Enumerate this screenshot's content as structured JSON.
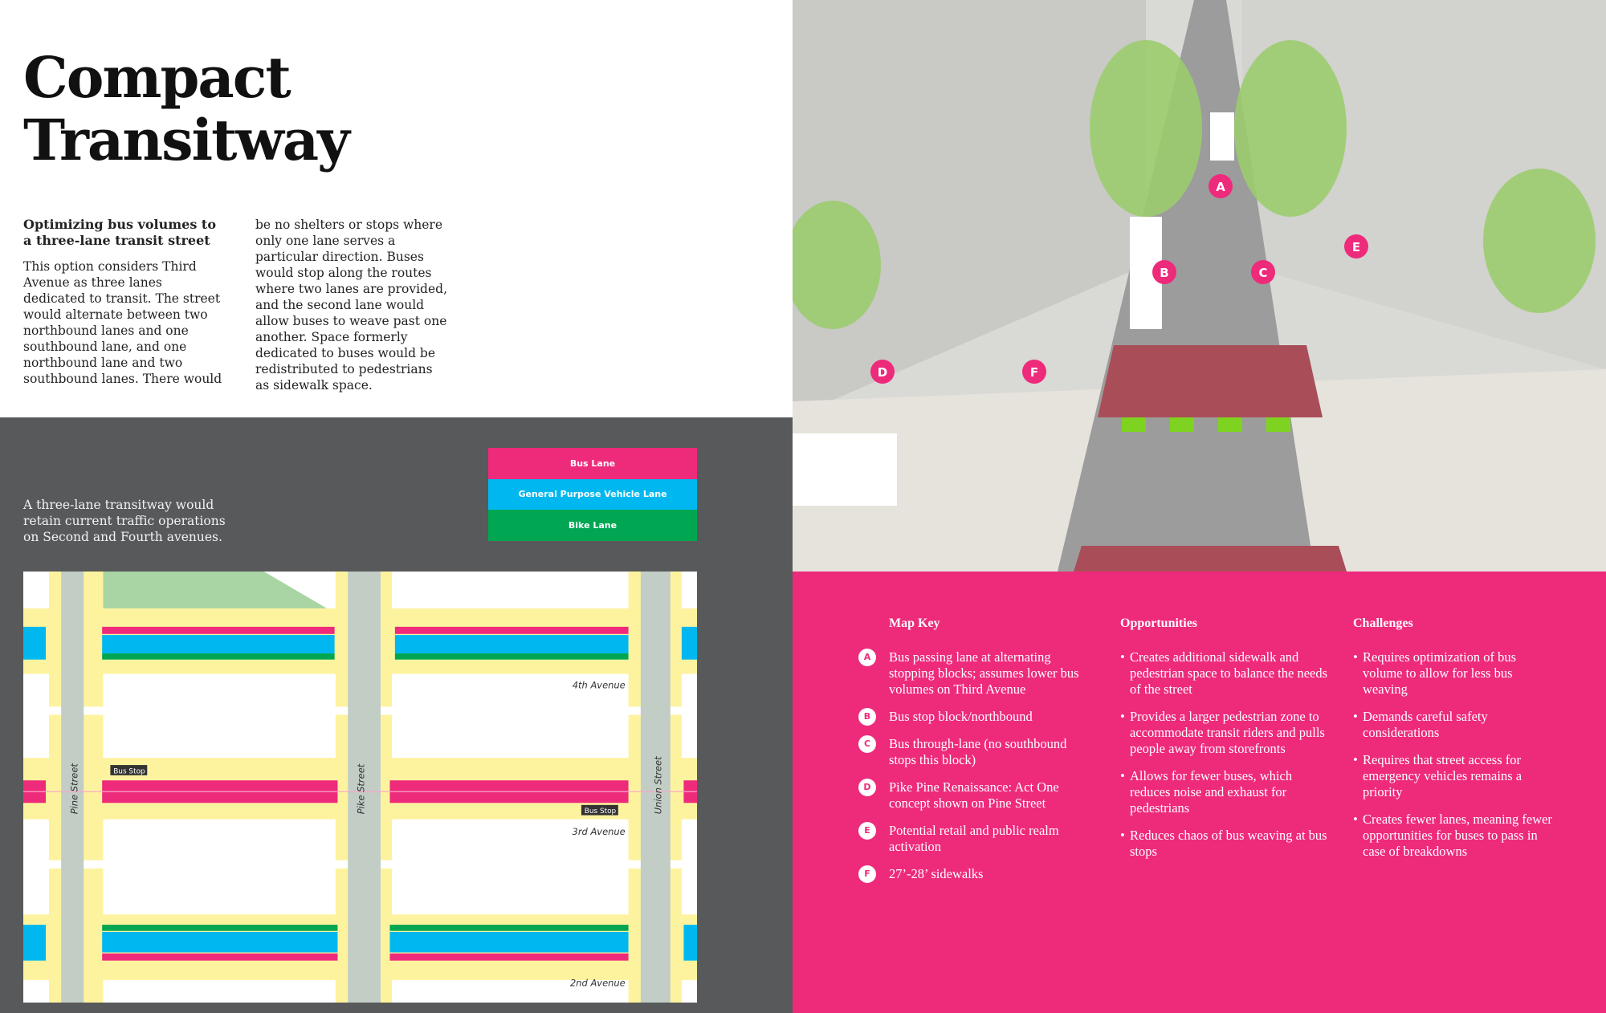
{
  "title": [
    "Compact",
    "Transitway"
  ],
  "intro": {
    "heading": "Optimizing bus volumes to a three-lane transit street",
    "col1": "This option considers Third Avenue as three lanes dedicated to transit. The street would alternate between two northbound lanes and one southbound lane, and one northbound lane and two southbound lanes. There would",
    "col2": "be no shelters or stops where only one lane serves a particular direction. Buses would stop along the routes where two lanes are provided, and  the second lane would allow buses to weave past one another. Space formerly dedicated to buses would be redistributed to pedestrians as sidewalk space."
  },
  "map_section": {
    "caption": "A three-lane transitway would retain current traffic operations on Second and Fourth avenues.",
    "legend": [
      {
        "label": "Bus Lane",
        "color": "#ee2a7b"
      },
      {
        "label": "General Purpose Vehicle Lane",
        "color": "#00b8ef"
      },
      {
        "label": "Bike Lane",
        "color": "#00a651"
      }
    ],
    "streets": [
      "Pine Street",
      "Pike Street",
      "Union Street"
    ],
    "avenues": [
      "4th Avenue",
      "3rd Avenue",
      "2nd Avenue"
    ],
    "bus_stop_label": "Bus Stop"
  },
  "illustration": {
    "markers": [
      "A",
      "B",
      "C",
      "D",
      "E",
      "F"
    ]
  },
  "map_key": {
    "heading": "Map Key",
    "items": [
      {
        "letter": "A",
        "text": "Bus passing lane at alternating stopping blocks; assumes lower bus volumes on Third Avenue"
      },
      {
        "letter": "B",
        "text": "Bus stop block/northbound"
      },
      {
        "letter": "C",
        "text": "Bus through-lane (no southbound stops this block)"
      },
      {
        "letter": "D",
        "text": "Pike Pine Renaissance: Act One concept shown on Pine Street"
      },
      {
        "letter": "E",
        "text": "Potential retail and public realm activation"
      },
      {
        "letter": "F",
        "text": "27’-28’ sidewalks"
      }
    ]
  },
  "opportunities": {
    "heading": "Opportunities",
    "items": [
      "Creates additional sidewalk and pedestrian space to balance the needs of the street",
      "Provides a larger pedestrian zone to accommodate transit riders and pulls people away from storefronts",
      "Allows for fewer buses, which reduces noise and exhaust for pedestrians",
      "Reduces chaos of bus weaving at bus stops"
    ]
  },
  "challenges": {
    "heading": "Challenges",
    "items": [
      "Requires optimization of bus volume to allow for less bus weaving",
      "Demands careful safety considerations",
      "Requires that street access for emergency vehicles remains a priority",
      "Creates fewer lanes, meaning fewer opportunities for buses to pass in case of breakdowns"
    ]
  },
  "colors": {
    "accent_pink": "#ee2a7b",
    "panel_gray": "#58595b"
  }
}
